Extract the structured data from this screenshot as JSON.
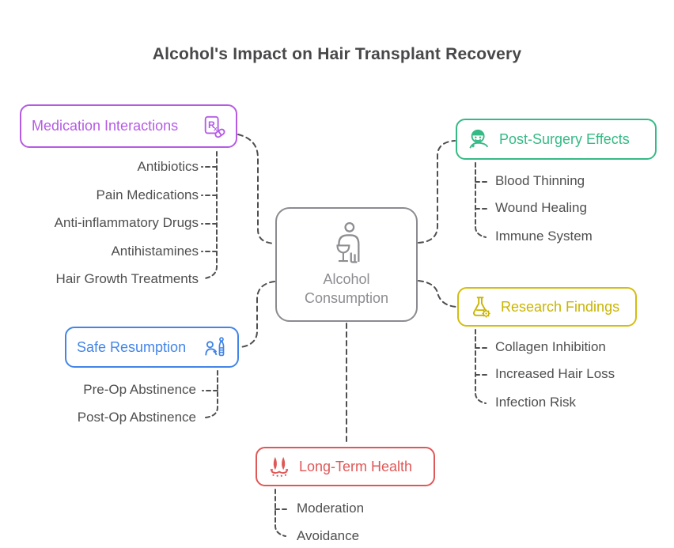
{
  "title": "Alcohol's Impact on Hair Transplant Recovery",
  "center": {
    "icon": "person-drink-icon",
    "label_line1": "Alcohol",
    "label_line2": "Consumption"
  },
  "branches": [
    {
      "id": "medication-interactions",
      "label": "Medication Interactions",
      "icon": "prescription-icon",
      "color": "#b45be4",
      "items": [
        "Antibiotics",
        "Pain Medications",
        "Anti-inflammatory Drugs",
        "Antihistamines",
        "Hair Growth Treatments"
      ]
    },
    {
      "id": "post-surgery-effects",
      "label": "Post-Surgery Effects",
      "icon": "surgeon-icon",
      "color": "#35ba85",
      "items": [
        "Blood Thinning",
        "Wound Healing",
        "Immune System"
      ]
    },
    {
      "id": "research-findings",
      "label": "Research Findings",
      "icon": "flask-icon",
      "color": "#c9b400",
      "items": [
        "Collagen Inhibition",
        "Increased Hair Loss",
        "Infection Risk"
      ]
    },
    {
      "id": "safe-resumption",
      "label": "Safe Resumption",
      "icon": "person-bottle-icon",
      "color": "#4285e8",
      "items": [
        "Pre-Op Abstinence",
        "Post-Op Abstinence"
      ]
    },
    {
      "id": "long-term-health",
      "label": "Long-Term Health",
      "icon": "hair-growth-icon",
      "color": "#e05757",
      "items": [
        "Moderation",
        "Avoidance"
      ]
    }
  ],
  "colors": {
    "title_text": "#48484a",
    "leaf_text": "#4f4f51",
    "connector": "#4f4f51",
    "center_gray": "#8d8d92",
    "purple": "#b45be4",
    "green": "#35ba85",
    "yellow": "#c9b400",
    "blue": "#4285e8",
    "red": "#e05757",
    "background": "#ffffff"
  }
}
